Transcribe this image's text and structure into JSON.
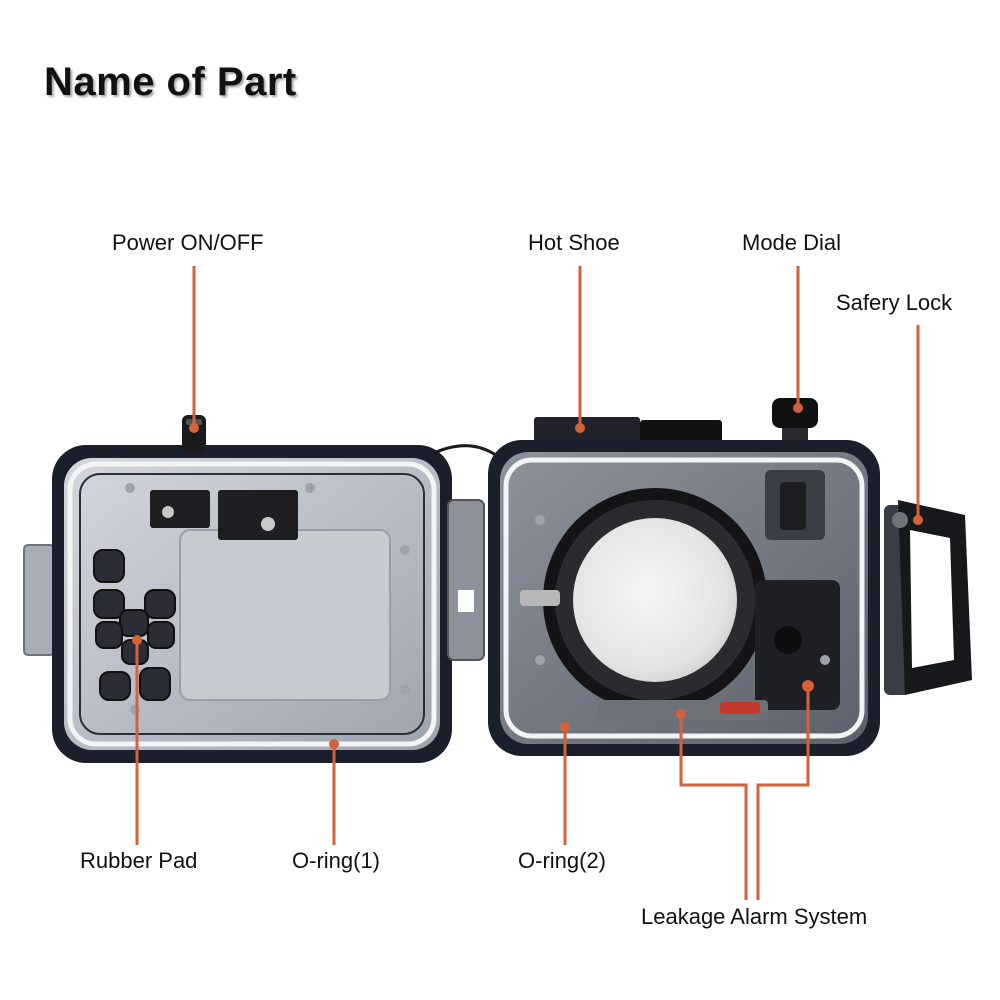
{
  "title": "Name of Part",
  "labels": {
    "power": "Power ON/OFF",
    "hot_shoe": "Hot Shoe",
    "mode_dial": "Mode Dial",
    "safety_lock": "Safery Lock",
    "rubber_pad": "Rubber Pad",
    "oring1": "O-ring(1)",
    "oring2": "O-ring(2)",
    "leakage": "Leakage Alarm System"
  },
  "colors": {
    "leader": "#d2623a",
    "housing_frame": "#1b1f2b",
    "housing_clear": "#c4c8d0",
    "oring": "#f4f4f4"
  }
}
